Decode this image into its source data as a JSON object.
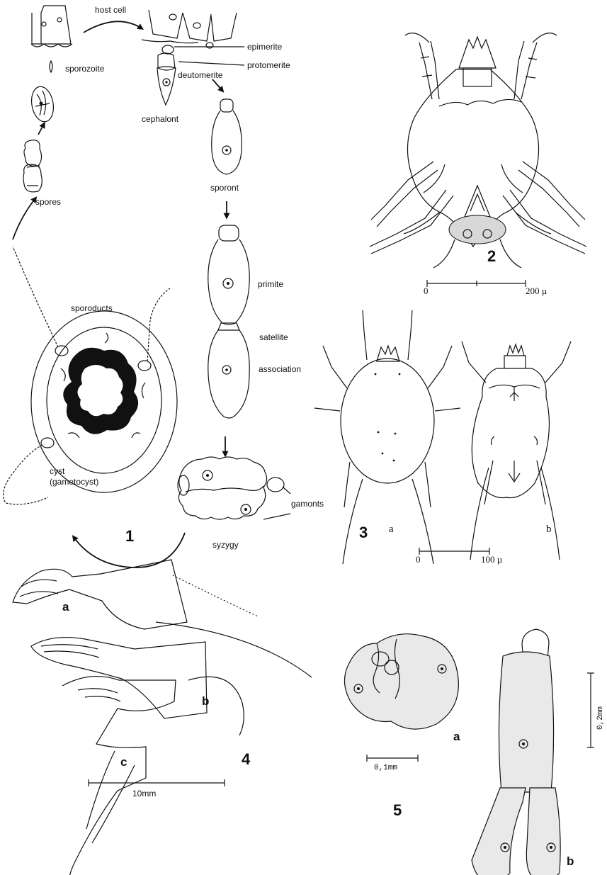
{
  "fig1": {
    "number": "1",
    "labels": {
      "host_cell": "host cell",
      "epimerite": "epimerite",
      "protomerite": "protomerite",
      "deutomerite": "deutomerite",
      "cephalont": "cephalont",
      "sporozoite": "sporozoite",
      "spores": "spores",
      "sporont": "sporont",
      "primite": "primite",
      "satellite": "satellite",
      "association": "association",
      "sporoducts": "sporoducts",
      "cyst": "cyst",
      "gametocyst": "(gametocyst)",
      "gamonts": "gamonts",
      "syzygy": "syzygy"
    }
  },
  "fig2": {
    "number": "2",
    "scale_start": "0",
    "scale_end": "200 µ"
  },
  "fig3": {
    "number": "3",
    "sub_a": "a",
    "sub_b": "b",
    "scale_start": "0",
    "scale_end": "100 µ"
  },
  "fig4": {
    "number": "4",
    "sub_a": "a",
    "sub_b": "b",
    "sub_c": "c",
    "scale": "10mm"
  },
  "fig5": {
    "number": "5",
    "sub_a": "a",
    "sub_b": "b",
    "scale_a": "0,1mm",
    "scale_b": "0,2mm"
  }
}
